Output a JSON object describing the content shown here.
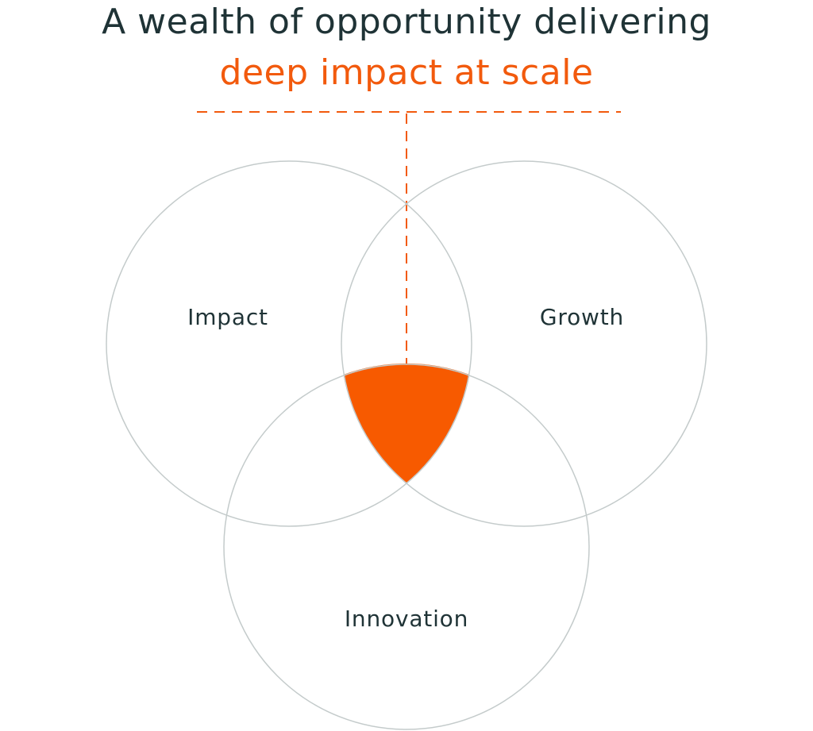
{
  "headline": {
    "line1": "A wealth of opportunity delivering",
    "line2": "deep impact at scale"
  },
  "venn": {
    "circles": [
      {
        "label": "Impact"
      },
      {
        "label": "Growth"
      },
      {
        "label": "Innovation"
      }
    ],
    "intersection_highlight": "deep impact at scale"
  },
  "colors": {
    "heading": "#1f3336",
    "accent": "#f25a0d",
    "circle_stroke": "#c4cbcb",
    "label": "#1f3336",
    "background": "#ffffff"
  }
}
